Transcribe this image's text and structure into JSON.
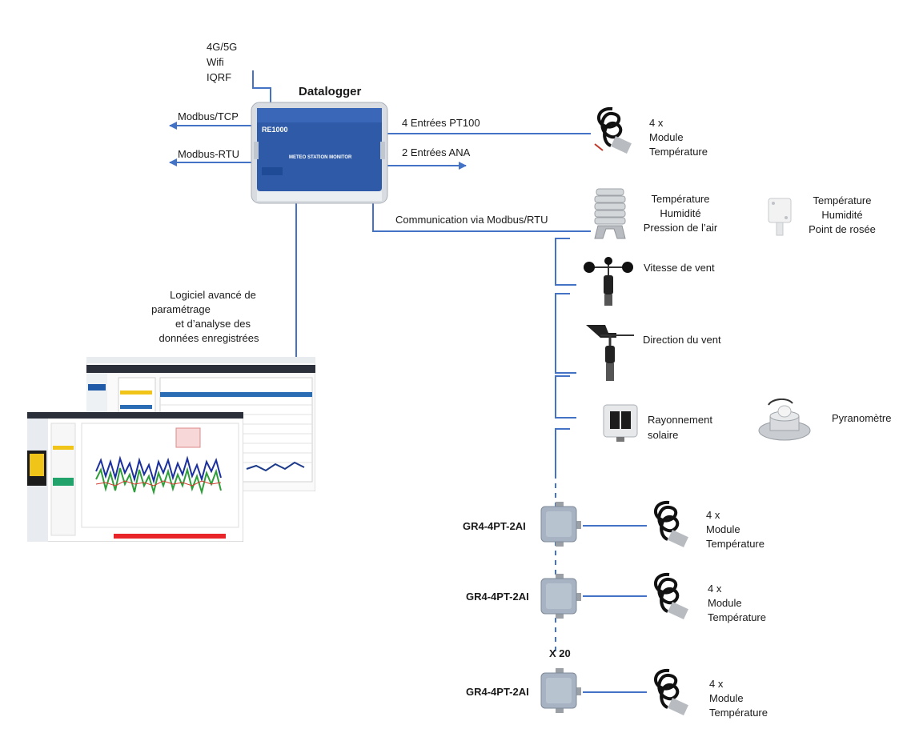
{
  "datalogger": {
    "title": "Datalogger",
    "brand": "RE1000",
    "screen_text": "METEO STATION MONITOR"
  },
  "connectivity": {
    "line1": "4G/5G",
    "line2": "Wifi",
    "line3": "IQRF"
  },
  "outputs": {
    "tcp": "Modbus/TCP",
    "rtu": "Modbus-RTU"
  },
  "inputs": {
    "pt100": "4 Entrées PT100",
    "ana": "2 Entrées ANA",
    "bus": "Communication via Modbus/RTU"
  },
  "software": {
    "line1": "Logiciel avancé de",
    "line2": "paramétrage",
    "line3": "et d’analyse des",
    "line4": "données enregistrées"
  },
  "temp_module_top": {
    "line1": "4 x",
    "line2": "Module",
    "line3": "Température"
  },
  "sensors": {
    "weather_station": {
      "line1": "Température",
      "line2": "Humidité",
      "line3": "Pression de l’air"
    },
    "thp_sensor": {
      "line1": "Température",
      "line2": "Humidité",
      "line3": "Point de rosée"
    },
    "anemometer": "Vitesse de vent",
    "wind_vane": "Direction du vent",
    "solar": {
      "line1": "Rayonnement",
      "line2": "solaire"
    },
    "pyranometer": "Pyranomètre"
  },
  "modules": [
    {
      "name": "GR4-4PT-2AI",
      "line1": "4 x",
      "line2": "Module",
      "line3": "Température"
    },
    {
      "name": "GR4-4PT-2AI",
      "line1": "4 x",
      "line2": "Module",
      "line3": "Température"
    },
    {
      "name": "GR4-4PT-2AI",
      "line1": "4 x",
      "line2": "Module",
      "line3": "Température"
    }
  ],
  "multiplier": "X 20",
  "colors": {
    "wire": "#4472c4",
    "datalogger_body": "#2e5aa8",
    "enclosure": "#9aa7b5"
  }
}
